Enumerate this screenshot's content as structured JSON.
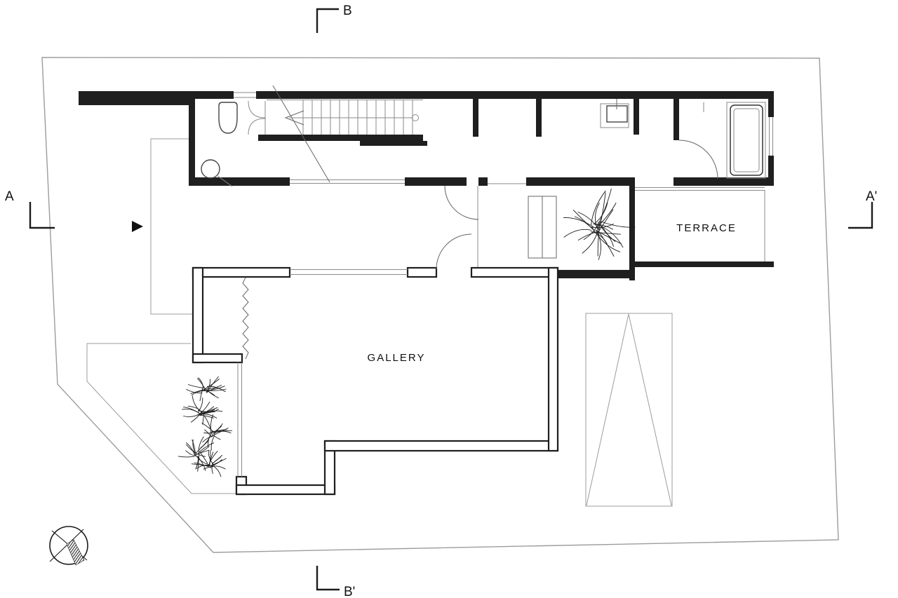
{
  "labels": {
    "gallery": "GALLERY",
    "terrace": "TERRACE"
  },
  "section_markers": {
    "top": "B",
    "bottom": "B'",
    "left": "A",
    "right": "A'"
  },
  "colors": {
    "background": "#ffffff",
    "wall": "#1f1f1f",
    "thin_line": "#8a8a8a",
    "site_line": "#9c9c9c",
    "text": "#111111"
  },
  "symbols": {
    "north_arrow": "compass circle with hatched needle",
    "trees": "scribbled starburst planting symbols",
    "parking": "rectangle with triangle car-space symbol",
    "stair_break": "diagonal break line with arrow mark",
    "entry_arrow": "solid right-pointing triangle"
  }
}
